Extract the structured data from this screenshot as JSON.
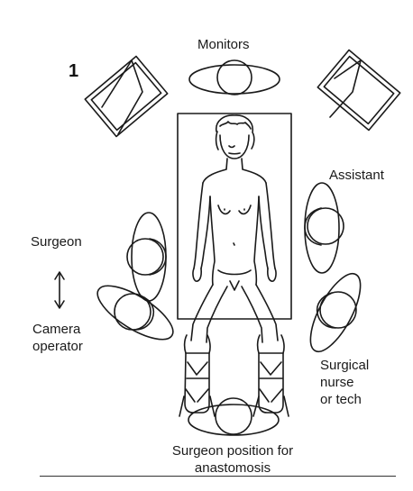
{
  "figure": {
    "number": "1",
    "labels": {
      "monitors": "Monitors",
      "assistant": "Assistant",
      "surgeon": "Surgeon",
      "camera_operator": [
        "Camera",
        "operator"
      ],
      "surgical_nurse": [
        "Surgical",
        "nurse",
        "or tech"
      ],
      "surgeon_anastomosis": [
        "Surgeon position for",
        "anastomosis"
      ]
    }
  }
}
